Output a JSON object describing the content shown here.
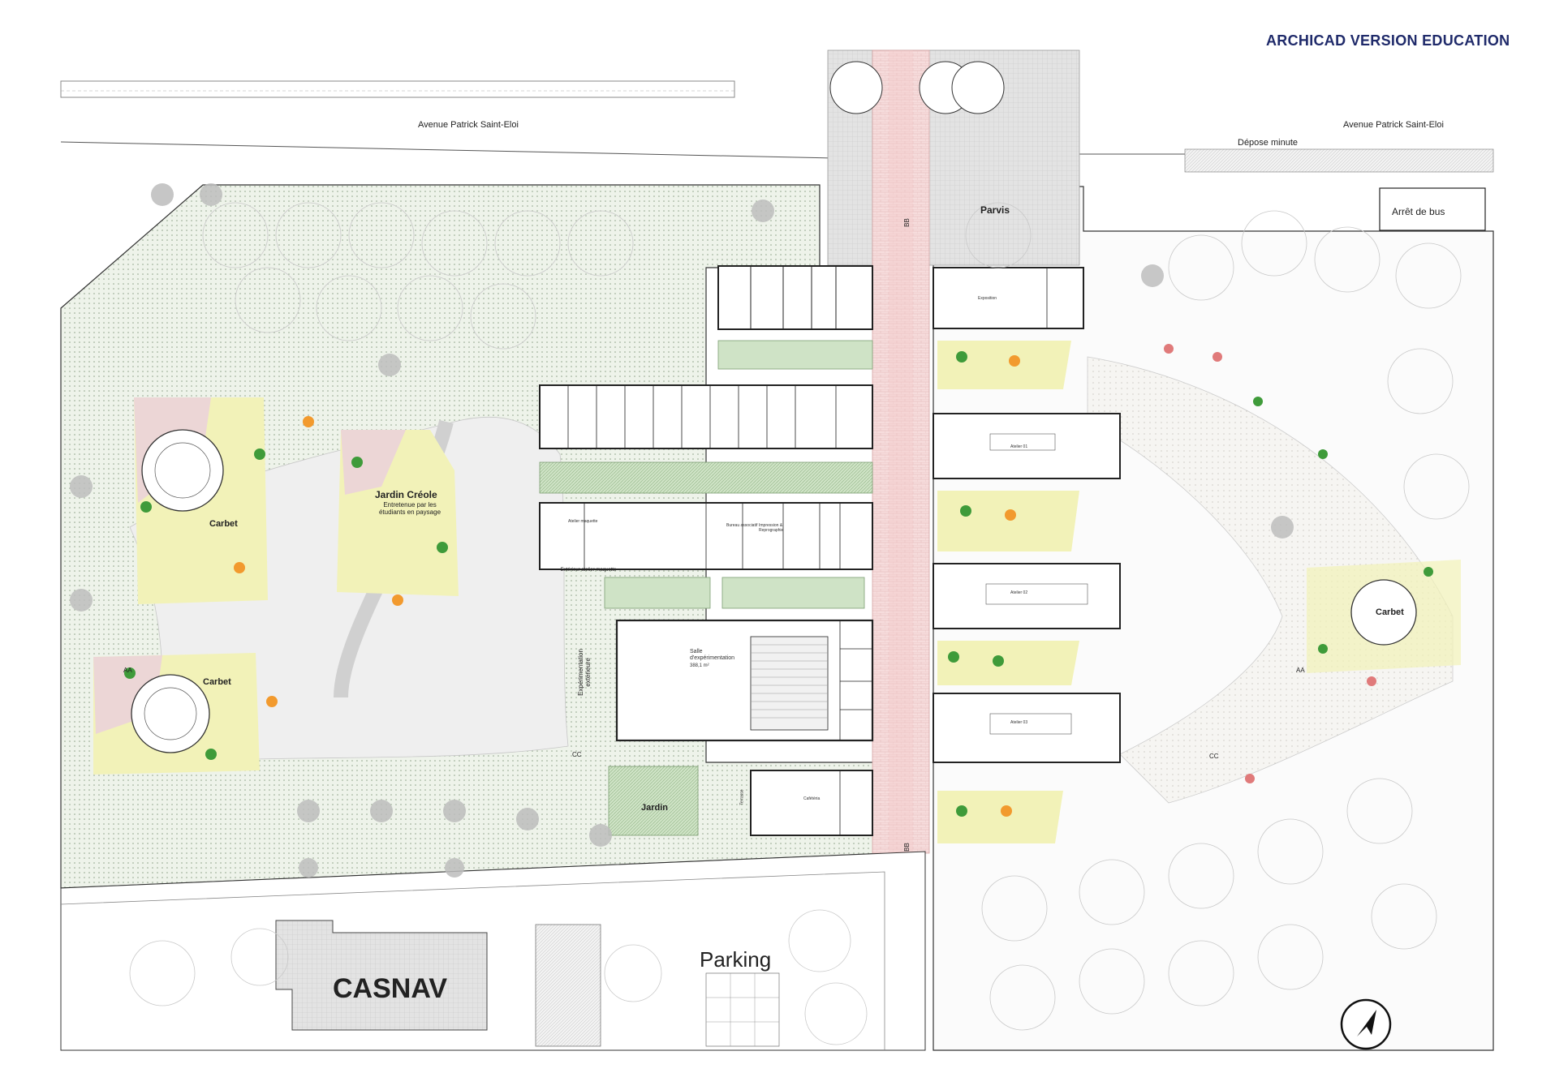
{
  "watermark": "ARCHICAD VERSION EDUCATION",
  "roads": {
    "avenue_left": "Avenue Patrick Saint-Eloi",
    "avenue_right": "Avenue Patrick Saint-Eloi",
    "depose_minute": "Dépose minute",
    "arret_bus": "Arrêt de bus"
  },
  "zones": {
    "parvis": "Parvis",
    "jardin_creole": "Jardin Créole",
    "jardin_creole_note": "Entretenue par les étudiants en paysage",
    "carbet_1": "Carbet",
    "carbet_2": "Carbet",
    "carbet_3": "Carbet",
    "jardin": "Jardin",
    "casnav": "CASNAV",
    "parking": "Parking",
    "experimentation_ext": "Expérimentation extérieure",
    "atelier_maquette": "Extérieur atelier maquette"
  },
  "rooms": {
    "salle_exp": "Salle d'expérimentation",
    "salle_exp_area": "388,1 m²",
    "exposition": "Exposition",
    "cafeteria": "Cafétéria",
    "atelier_01": "Atelier 01",
    "atelier_02": "Atelier 02",
    "atelier_03": "Atelier 03",
    "atelier_maquette": "Atelier maquette",
    "bureau_associatif": "Bureau associatif",
    "impression": "Impression & Reprographie",
    "terrasse": "Terrasse"
  },
  "markers": {
    "section_aa_left": "AA",
    "section_aa_right": "AA",
    "section_bb_top": "BB",
    "section_bb_bottom": "BB",
    "section_cc_left": "CC",
    "section_cc_right": "CC"
  },
  "icons": {
    "north_arrow": "north-arrow-icon"
  }
}
